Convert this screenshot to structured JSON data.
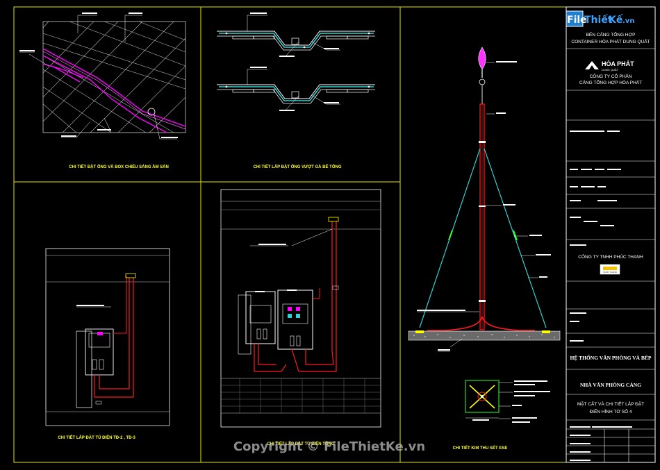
{
  "watermark": {
    "logo_file": "File",
    "logo_thiet": "Thiết",
    "logo_ke": "Kế",
    "logo_vn": ".vn",
    "copyright": "Copyright © FileThietKe.vn"
  },
  "captions": {
    "pipe_box": "CHI TIẾT ĐẶT ỐNG VÀ BOX CHIẾU SÁNG ÂM SÀN",
    "pipe_concrete": "CHI TIẾT LẮP ĐẶT ỐNG VƯỢT GÀ BÊ TÔNG",
    "cabinet_small": "CHI TIẾT LẮP ĐẶT TỦ ĐIỆN TĐ-2 , TĐ-3",
    "cabinet_large": "CHI TIẾT LẮP ĐẶT TỦ ĐIỆN TỔNG",
    "grounding": "CHI TIẾT KIM THU SÉT ESE"
  },
  "title_block": {
    "project_line1": "BẾN CẢNG TỔNG HỢP",
    "project_line2": "CONTAINER HÒA PHÁT DUNG QUẤT",
    "owner_logo": "HÒA PHÁT",
    "owner_logo_sub": "DUNG QUẤT",
    "owner_line1": "CÔNG TY CỔ PHẦN",
    "owner_line2": "CẢNG TỔNG HỢP HÒA PHÁT",
    "consultant": "CÔNG TY TNHH PHÚC THANH",
    "consultant_logo": "PHÚC THANH",
    "system": "HỆ THỐNG VĂN PHÒNG VÀ BẾP",
    "building": "NHÀ VĂN PHÒNG CẢNG",
    "drawing_line1": "MẶT CẮT VÀ CHI TIẾT LẮP ĐẶT",
    "drawing_line2": "ĐIỂN HÌNH TỜ SỐ 4"
  },
  "colors": {
    "frame": "#ffff00",
    "grid": "#c8c8c8",
    "magenta": "#ff00ff",
    "cyan": "#2fd2d2",
    "red": "#ff1a1a",
    "green": "#22dd22",
    "white": "#ffffff"
  }
}
